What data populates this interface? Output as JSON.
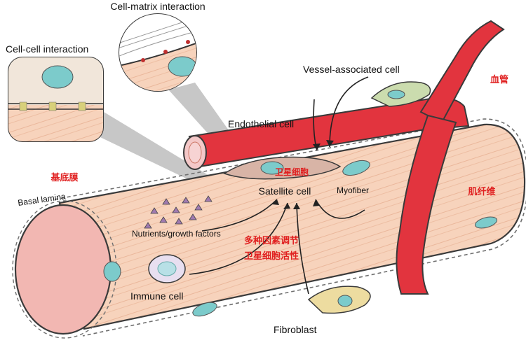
{
  "labels": {
    "cell_matrix": "Cell-matrix interaction",
    "cell_cell": "Cell-cell interaction",
    "vessel_associated": "Vessel-associated cell",
    "blood_vessel_cn": "血管",
    "endothelial": "Endothelial cell",
    "satellite_cn": "卫星细胞",
    "basal_lamina_cn": "基底膜",
    "basal_lamina": "Basal lamina",
    "satellite": "Satellite cell",
    "myofiber": "Myofiber",
    "myofiber_cn": "肌纤维",
    "nutrients": "Nutrients/growth factors",
    "factors_cn_line1": "多种因素调节",
    "factors_cn_line2": "卫星细胞活性",
    "immune": "Immune cell",
    "fibroblast": "Fibroblast"
  },
  "colors": {
    "myofiber_fill": "#f7d3bc",
    "vessel_red": "#e2343e",
    "cell_teal": "#6cc4c4",
    "label_red": "#e02020",
    "basal_dashed": "#707070"
  }
}
